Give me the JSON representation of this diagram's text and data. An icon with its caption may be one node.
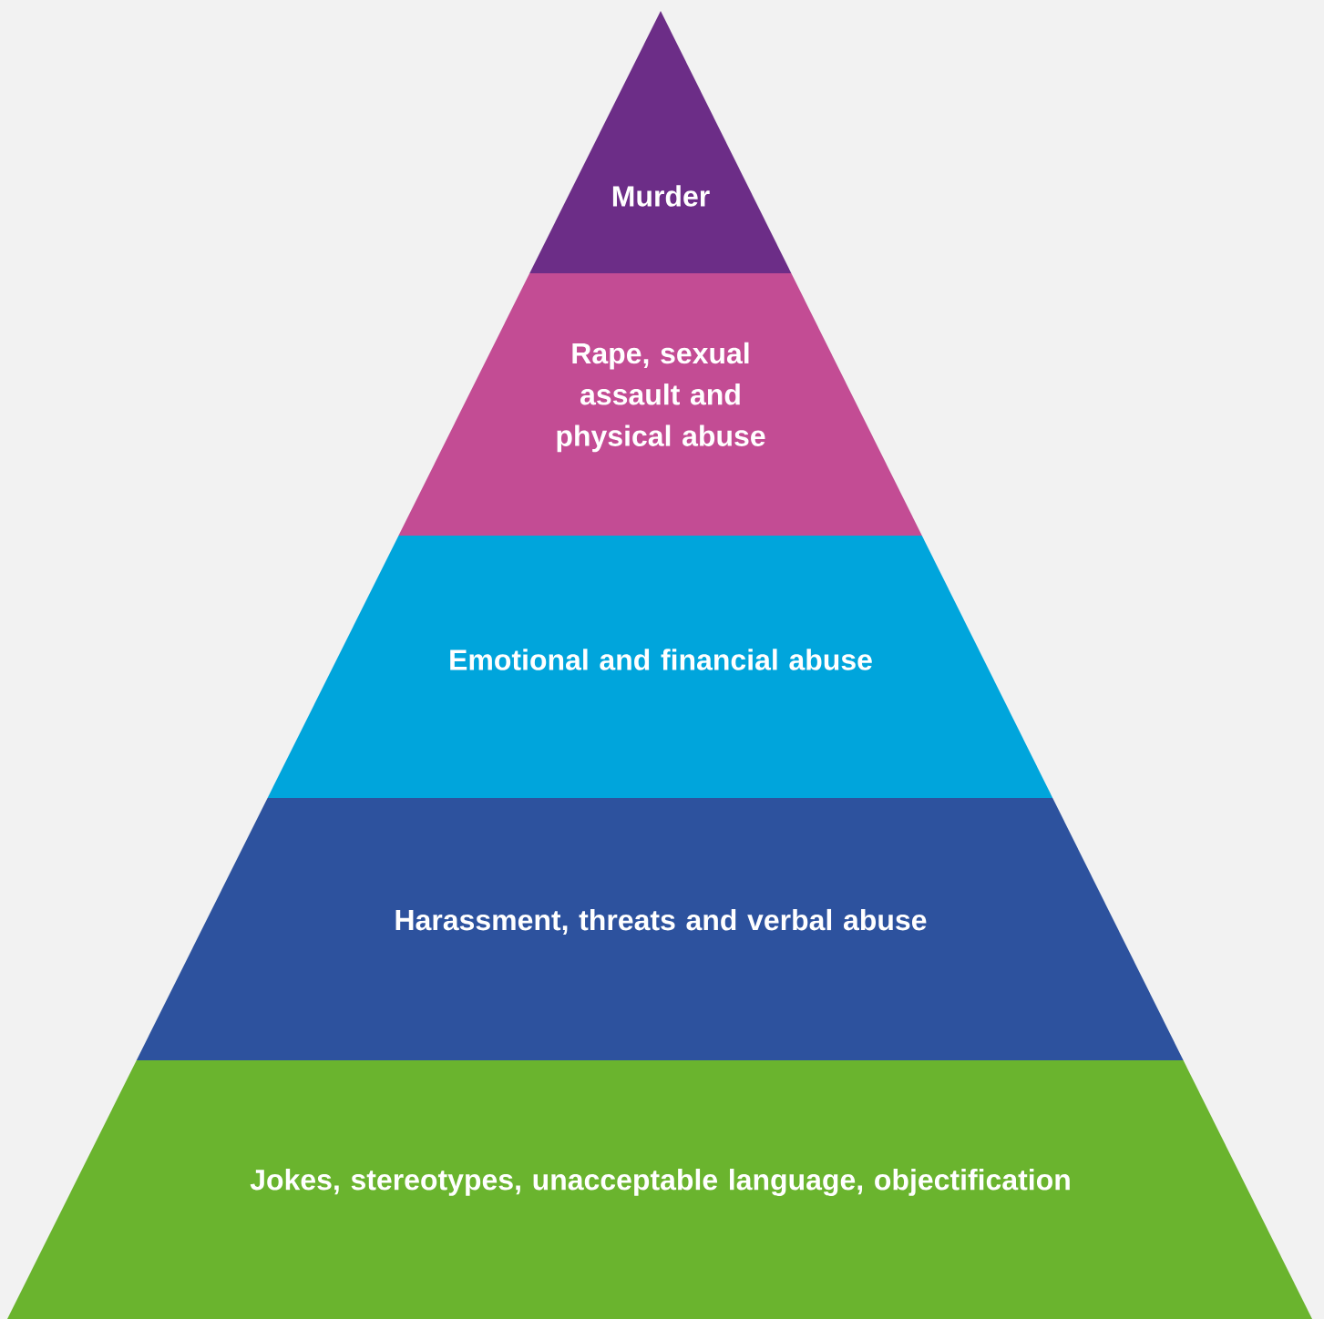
{
  "diagram": {
    "nodes": [
      {
        "text": [
          "Murder"
        ]
      },
      {
        "text": [
          "Rape, sexual assault and physical abuse"
        ]
      },
      {
        "text": [
          "Emotional and financial abuse"
        ]
      },
      {
        "text": [
          "Harassment, threats and verbal abuse"
        ]
      },
      {
        "text": [
          "Jokes, stereotypes, unacceptable language, objectification"
        ]
      }
    ]
  }
}
